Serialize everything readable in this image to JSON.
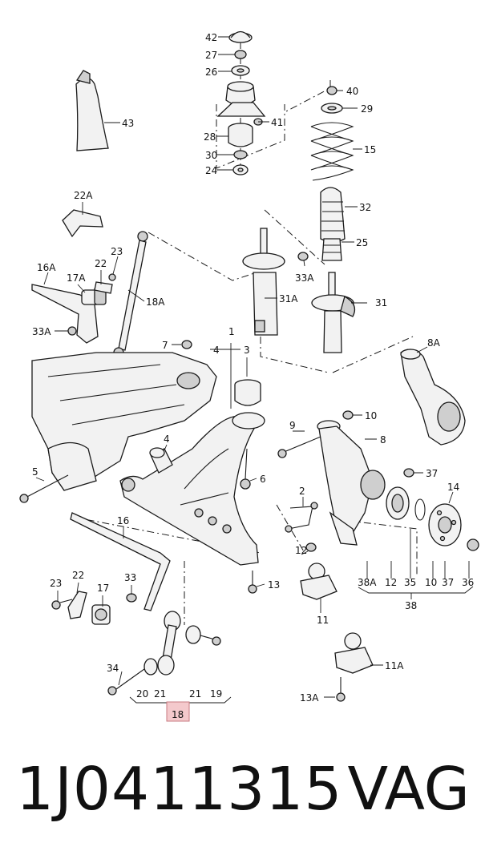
{
  "diagram": {
    "labels": [
      "42",
      "27",
      "26",
      "41",
      "28",
      "30",
      "24",
      "40",
      "29",
      "15",
      "32",
      "25",
      "43",
      "22A",
      "23",
      "22",
      "16A",
      "17A",
      "18A",
      "33A",
      "33A",
      "31A",
      "31",
      "7",
      "1",
      "4",
      "3",
      "8A",
      "9",
      "10",
      "8",
      "37",
      "5",
      "4",
      "6",
      "2",
      "14",
      "16",
      "12",
      "38A",
      "12",
      "35",
      "10",
      "37",
      "36",
      "38",
      "13",
      "11",
      "23",
      "22",
      "17",
      "33",
      "34",
      "20",
      "21",
      "21",
      "19",
      "18",
      "11A",
      "13A"
    ],
    "highlight_color": "#f4c9cc"
  },
  "footer": {
    "part_number": "1J0411315",
    "brand": "VAG"
  }
}
